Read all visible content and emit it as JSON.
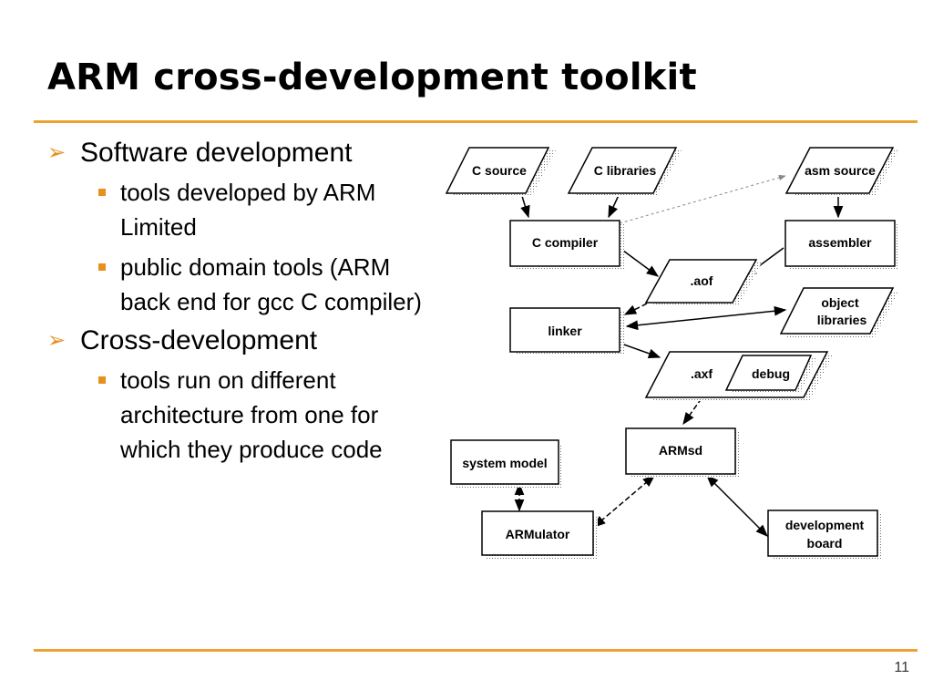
{
  "slide": {
    "title": "ARM cross-development toolkit",
    "page_number": "11"
  },
  "bullets": {
    "b1": "Software development",
    "b1_sub1": "tools developed by ARM Limited",
    "b1_sub2": "public domain tools (ARM back end for gcc C compiler)",
    "b2": "Cross-development",
    "b2_sub1": "tools run on different architecture from one for which they produce code"
  },
  "diagram": {
    "c_source": "C source",
    "c_libraries": "C libraries",
    "asm_source": "asm source",
    "c_compiler": "C compiler",
    "assembler": "assembler",
    "aof": ".aof",
    "object_libraries_1": "object",
    "object_libraries_2": "libraries",
    "linker": "linker",
    "axf": ".axf",
    "debug": "debug",
    "armsd": "ARMsd",
    "system_model": "system model",
    "armulator": "ARMulator",
    "dev_board_1": "development",
    "dev_board_2": "board"
  },
  "colors": {
    "accent": "#f0a030",
    "bullet": "#e8901e"
  }
}
